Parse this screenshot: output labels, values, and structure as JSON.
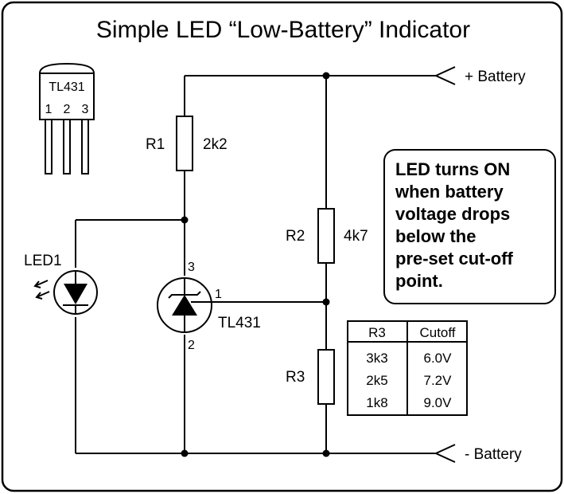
{
  "title": "Simple LED “Low-Battery” Indicator",
  "terminals": {
    "positive": "+ Battery",
    "negative": "- Battery"
  },
  "components": {
    "r1": {
      "name": "R1",
      "value": "2k2"
    },
    "r2": {
      "name": "R2",
      "value": "4k7"
    },
    "r3": {
      "name": "R3"
    },
    "led": {
      "name": "LED1"
    },
    "regulator": {
      "name": "TL431",
      "pin1": "1",
      "pin2": "2",
      "pin3": "3"
    }
  },
  "package": {
    "label": "TL431",
    "pins": [
      "1",
      "2",
      "3"
    ]
  },
  "note": {
    "lines": [
      "LED turns ON",
      "when battery",
      "voltage drops",
      "below the",
      "pre-set cut-off",
      "point."
    ]
  },
  "table": {
    "headers": [
      "R3",
      "Cutoff"
    ],
    "rows": [
      [
        "3k3",
        "6.0V"
      ],
      [
        "2k5",
        "7.2V"
      ],
      [
        "1k8",
        "9.0V"
      ]
    ]
  }
}
